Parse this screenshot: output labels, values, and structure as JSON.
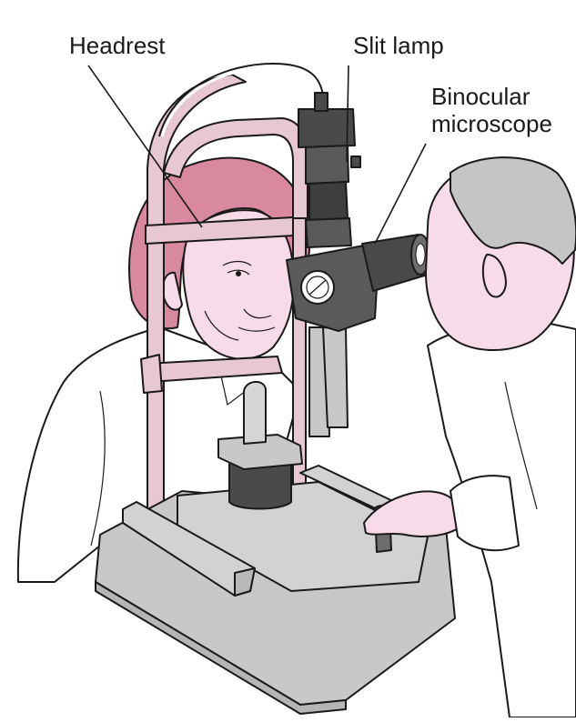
{
  "labels": {
    "headrest": "Headrest",
    "slit_lamp": "Slit lamp",
    "binocular_line1": "Binocular",
    "binocular_line2": "microscope"
  },
  "colors": {
    "skin_pink": "#f7dbe8",
    "hair_pink": "#d9899f",
    "headrest_pink": "#e6c7d2",
    "metal_gray": "#c8c8c8",
    "dark_metal": "#6d6d6d",
    "darkest_metal": "#4a4a4a",
    "examiner_hair": "#c5c5c5",
    "outline": "#1a1a1a",
    "coat_white": "#ffffff"
  }
}
